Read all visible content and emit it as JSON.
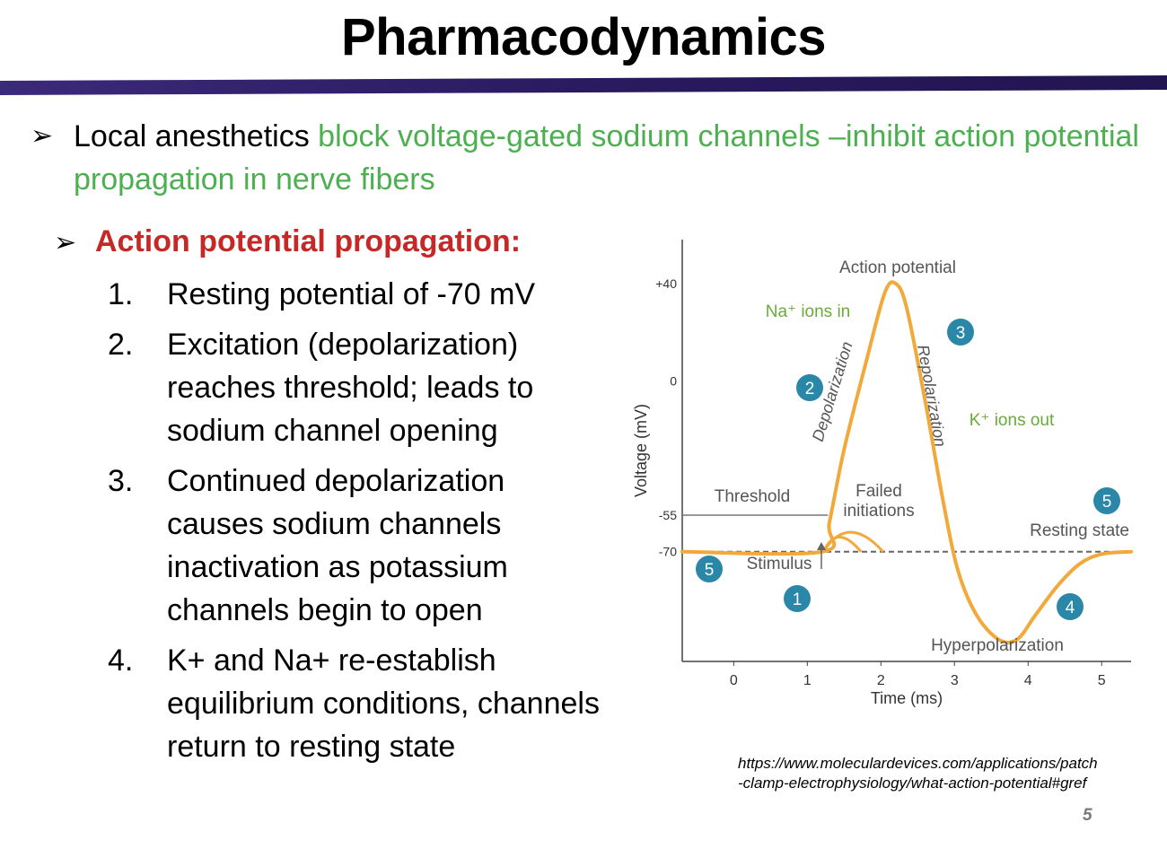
{
  "slide": {
    "title": "Pharmacodynamics",
    "bullet1": {
      "lead": "Local anesthetics ",
      "highlight": "block voltage-gated sodium channels –inhibit action potential propagation in nerve fibers"
    },
    "bullet2": "Action potential propagation:",
    "steps": [
      {
        "num": "1.",
        "text": "Resting potential of -70 mV"
      },
      {
        "num": "2.",
        "text": "Excitation (depolarization) reaches threshold; leads to sodium channel opening"
      },
      {
        "num": "3.",
        "text": "Continued depolarization causes sodium channels inactivation as potassium channels begin to open"
      },
      {
        "num": "4.",
        "text": "K+ and Na+ re-establish equilibrium conditions, channels return to resting state"
      }
    ],
    "source_line1": "https://www.moleculardevices.com/applications/patch",
    "source_line2": "-clamp-electrophysiology/what-action-potential#gref",
    "page_number": "5"
  },
  "chart_data": {
    "type": "line",
    "xlabel": "Time (ms)",
    "ylabel": "Voltage (mV)",
    "x_ticks": [
      "0",
      "1",
      "2",
      "3",
      "4",
      "5"
    ],
    "y_ticks": [
      "+40",
      "0",
      "-55",
      "-70"
    ],
    "xlim": [
      -0.7,
      5.4
    ],
    "ylim": [
      -115,
      58
    ],
    "threshold_mv": -55,
    "resting_mv": -70,
    "series": [
      {
        "points": [
          [
            -0.7,
            -70
          ],
          [
            1.2,
            -70
          ],
          [
            1.3,
            -58
          ],
          [
            1.5,
            -28
          ],
          [
            1.8,
            8
          ],
          [
            2.05,
            36
          ],
          [
            2.2,
            40
          ],
          [
            2.35,
            30
          ],
          [
            2.6,
            -8
          ],
          [
            2.85,
            -50
          ],
          [
            3.05,
            -78
          ],
          [
            3.3,
            -96
          ],
          [
            3.6,
            -106
          ],
          [
            3.85,
            -106
          ],
          [
            4.1,
            -96
          ],
          [
            4.4,
            -84
          ],
          [
            4.7,
            -75
          ],
          [
            5.0,
            -71
          ],
          [
            5.4,
            -70
          ]
        ]
      }
    ],
    "failed_initiations": [
      {
        "peak_x": 1.4,
        "peak_mv": -64
      },
      {
        "peak_x": 1.55,
        "peak_mv": -62
      }
    ],
    "labels": {
      "action_potential": "Action potential",
      "na_in": "Na⁺ ions in",
      "k_out": "K⁺ ions out",
      "depolarization": "Depolarization",
      "repolarization": "Repolarization",
      "threshold": "Threshold",
      "failed_1": "Failed",
      "failed_2": "initiations",
      "resting_state": "Resting state",
      "stimulus": "Stimulus",
      "hyperpolarization": "Hyperpolarization"
    },
    "markers": [
      "1",
      "2",
      "3",
      "4",
      "5",
      "5"
    ],
    "colors": {
      "curve": "#f2a93b",
      "green_text": "#6aaa3a",
      "marker": "#2a87a8",
      "gray_text": "#555555",
      "axis": "#444444"
    }
  }
}
